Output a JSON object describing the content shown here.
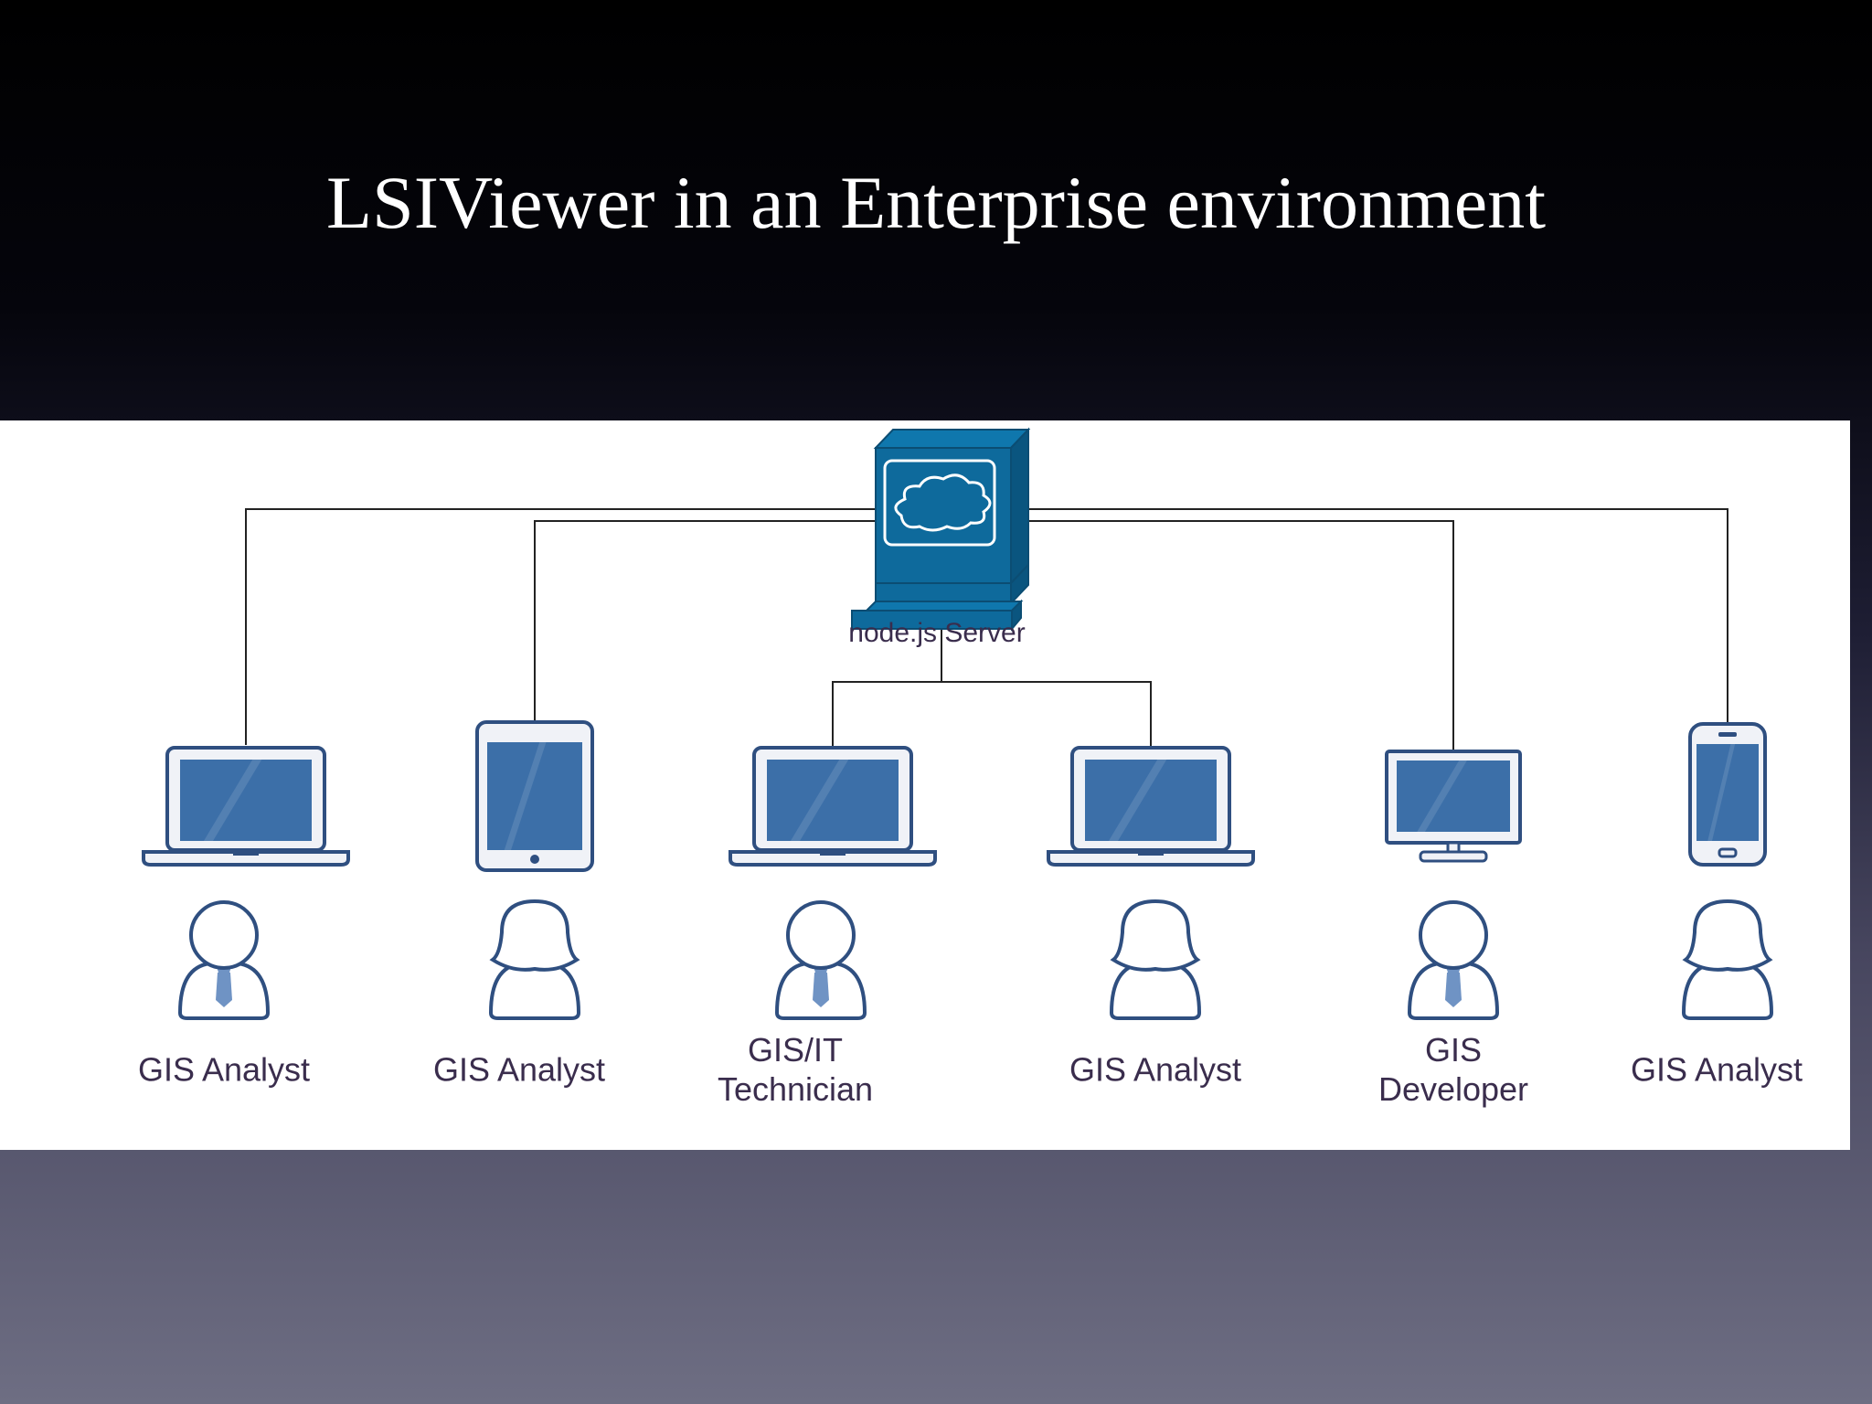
{
  "slide": {
    "title": "LSIViewer in an Enterprise environment"
  },
  "server": {
    "label": "node.js Server",
    "icon": "server-cloud-icon"
  },
  "users": [
    {
      "device": "laptop-icon",
      "person": "male-user-icon",
      "label_lines": [
        "GIS Analyst"
      ]
    },
    {
      "device": "tablet-icon",
      "person": "female-user-icon",
      "label_lines": [
        "GIS Analyst"
      ]
    },
    {
      "device": "laptop-icon",
      "person": "male-user-icon",
      "label_lines": [
        "GIS/IT",
        "Technician"
      ]
    },
    {
      "device": "laptop-icon",
      "person": "female-user-icon",
      "label_lines": [
        "GIS Analyst"
      ]
    },
    {
      "device": "desktop-monitor-icon",
      "person": "male-user-icon",
      "label_lines": [
        "GIS",
        "Developer"
      ]
    },
    {
      "device": "smartphone-icon",
      "person": "female-user-icon",
      "label_lines": [
        "GIS Analyst"
      ]
    }
  ],
  "colors": {
    "server_fill": "#0e6a9c",
    "server_stroke": "#0b4d73",
    "device_screen": "#3c6fa8",
    "device_frame": "#f0f2f7",
    "device_stroke": "#2f4f80",
    "person_fill": "#ffffff",
    "tie": "#6f93c4",
    "connector": "#222222",
    "label_text": "#3a2d4d"
  }
}
